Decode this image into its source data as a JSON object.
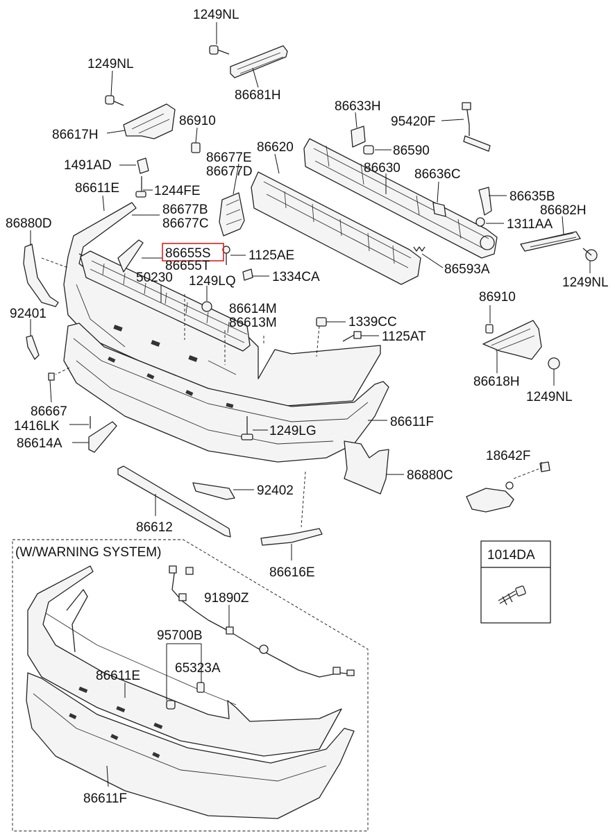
{
  "parts": {
    "p1249nl_top": "1249NL",
    "p86681h": "86681H",
    "p1249nl_left": "1249NL",
    "p86617h": "86617H",
    "p86910_top": "86910",
    "p86633h": "86633H",
    "p95420f": "95420F",
    "p86620": "86620",
    "p86590": "86590",
    "p86630": "86630",
    "p1491ad": "1491AD",
    "p86677e": "86677E",
    "p86677d": "86677D",
    "p86636c": "86636C",
    "p86611e": "86611E",
    "p1244fe": "1244FE",
    "p86635b": "86635B",
    "p86682h": "86682H",
    "p86880d": "86880D",
    "p86677b": "86677B",
    "p86677c": "86677C",
    "p1311aa": "1311AA",
    "p86655s": "86655S",
    "p86655t": "86655T",
    "p1125ae": "1125AE",
    "p86593a": "86593A",
    "p1249nl_right": "1249NL",
    "p50230": "50230",
    "p1249lq": "1249LQ",
    "p1334ca": "1334CA",
    "p86910_right": "86910",
    "p92401": "92401",
    "p86614m": "86614M",
    "p86613m": "86613M",
    "p1339cc": "1339CC",
    "p1125at": "1125AT",
    "p86618h": "86618H",
    "p1249nl_right2": "1249NL",
    "p86667": "86667",
    "p1416lk": "1416LK",
    "p86614a": "86614A",
    "p1249lg": "1249LG",
    "p86611f": "86611F",
    "p18642f": "18642F",
    "p86880c": "86880C",
    "p92402": "92402",
    "p86612": "86612",
    "p86616e": "86616E",
    "p1014da": "1014DA",
    "inset_title": "(W/WARNING SYSTEM)",
    "p91890z": "91890Z",
    "p95700b": "95700B",
    "p65323a": "65323A",
    "p86611e_inset": "86611E",
    "p86611f_inset": "86611F"
  },
  "highlight": {
    "part": "86655S",
    "color": "#e0201a"
  }
}
